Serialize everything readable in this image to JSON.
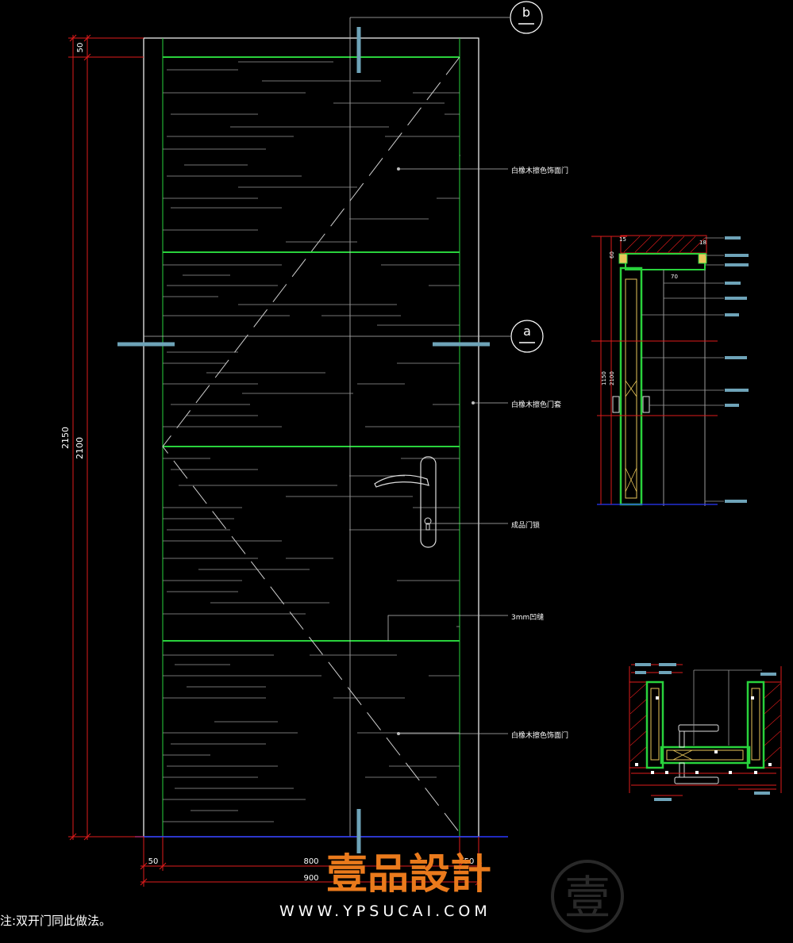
{
  "elevation": {
    "section_marker_b": "b",
    "section_marker_a": "a",
    "dims_vertical": {
      "top_offset": "50",
      "overall": "2150",
      "leaf": "2100"
    },
    "dims_horizontal": {
      "left_jamb": "50",
      "leaf": "800",
      "right_jamb": "50",
      "overall": "900"
    },
    "callouts": {
      "door_panel_top": "白橡木擦色饰面门",
      "door_frame": "白橡木擦色门套",
      "handle": "成品门锁",
      "groove": "3mm凹缝",
      "door_panel_bottom": "白橡木擦色饰面门"
    }
  },
  "section_a": {
    "dim_1": "15",
    "dim_2": "18",
    "dim_3": "60",
    "dim_4": "70",
    "dim_5": "1150",
    "dim_6": "2100"
  },
  "note": "注:双开门同此做法。",
  "watermark": {
    "brand": "壹品設計",
    "url": "WWW.YPSUCAI.COM",
    "seal_char": "壹"
  },
  "colors": {
    "background": "#000000",
    "white": "#ffffff",
    "green": "#29d23c",
    "red": "#e11b1b",
    "gray": "#9a9a9a",
    "blue": "#2a39ff",
    "cyan": "#6ea3b8",
    "orange": "#ea7a1c"
  }
}
